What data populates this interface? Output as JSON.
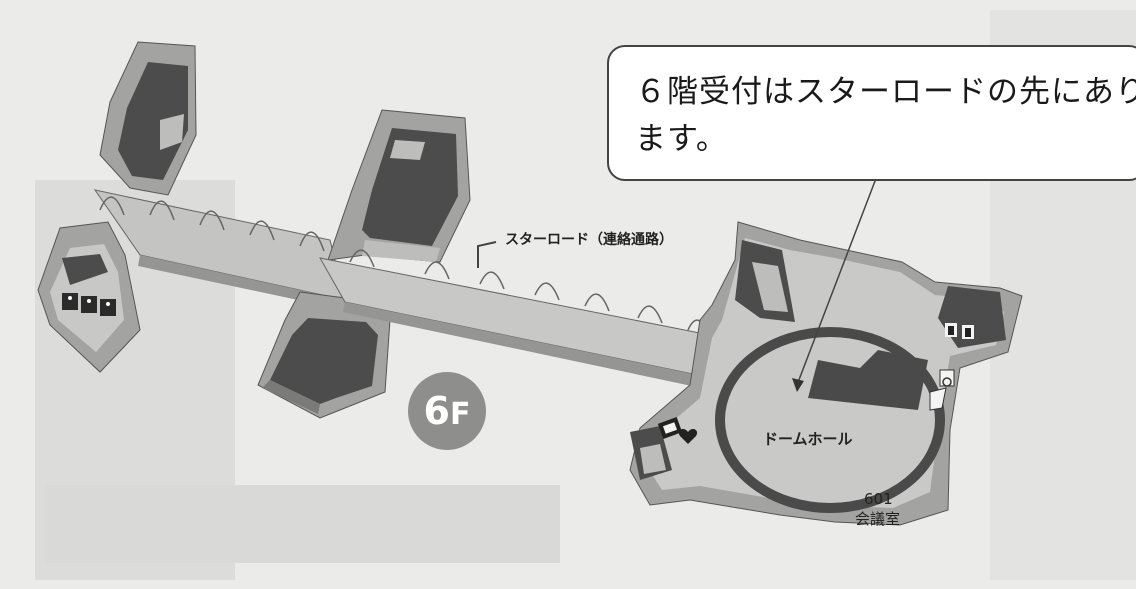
{
  "callout": {
    "line1": "６階受付はスターロードの先にあり",
    "line2": "ます。"
  },
  "labels": {
    "star_road": "スターロード（連絡通路）",
    "dome_hall": "ドームホール",
    "room_number": "601",
    "room_name": "会議室",
    "floor_number": "6",
    "floor_letter": "F"
  },
  "colors": {
    "background": "#e9e9e7",
    "wall": "#9c9c9a",
    "floor": "#c9c9c7",
    "dark_floor": "#4a4a4a",
    "badge": "#8e8e8c"
  },
  "icons": [
    "restroom-icon",
    "stairs-icon",
    "elevator-icon",
    "wheelchair-icon",
    "heart-icon",
    "information-desk-icon"
  ]
}
